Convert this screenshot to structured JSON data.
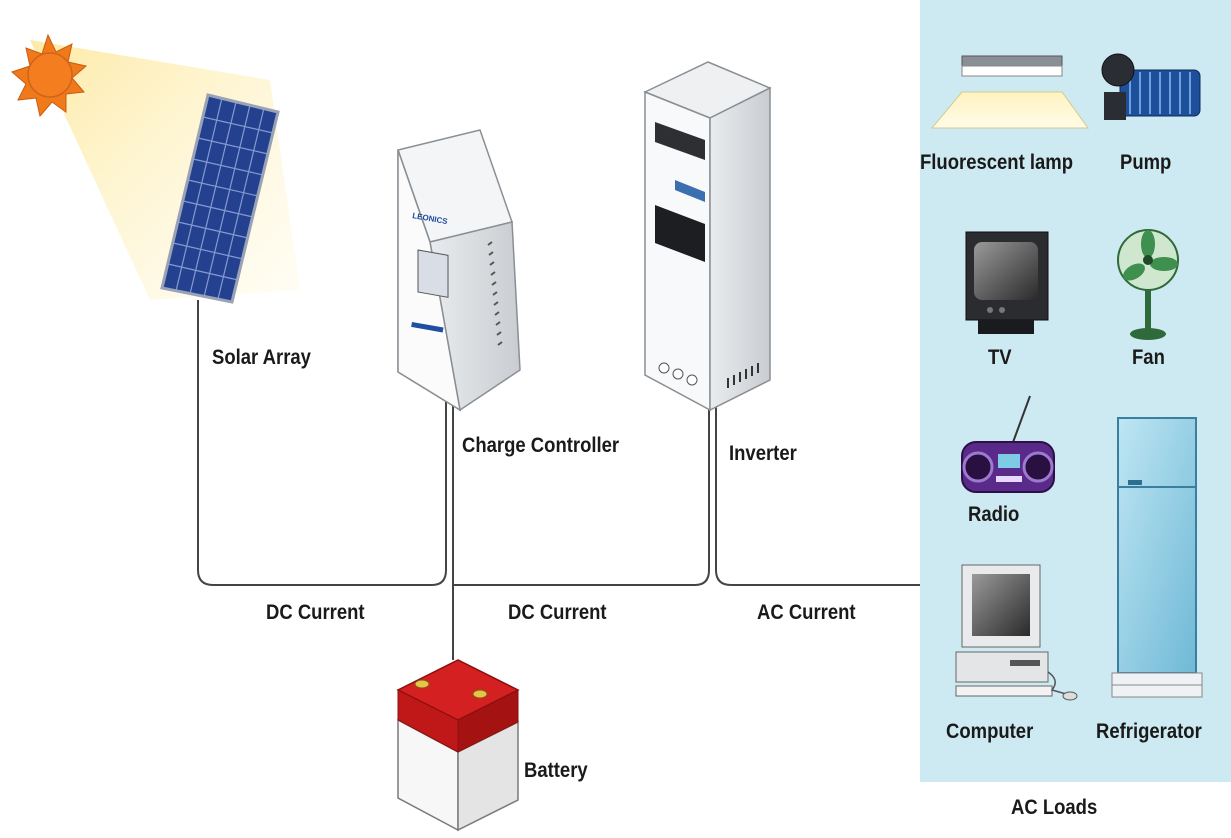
{
  "components": {
    "solar_array": "Solar Array",
    "charge_controller": "Charge Controller",
    "inverter": "Inverter",
    "battery": "Battery"
  },
  "currents": {
    "dc1": "DC Current",
    "dc2": "DC Current",
    "ac": "AC Current"
  },
  "loads": {
    "title": "AC Loads",
    "items": [
      "Fluorescent lamp",
      "Pump",
      "TV",
      "Fan",
      "Radio",
      "Refrigerator",
      "Computer"
    ]
  },
  "device_marks": {
    "charge_controller_brand": "LEONICS"
  },
  "colors": {
    "panel_bg": "#cde9f1",
    "sun": "#f07a1a",
    "solar_panel": "#1f3b8f",
    "battery_top": "#d42020",
    "wire": "#444444"
  }
}
